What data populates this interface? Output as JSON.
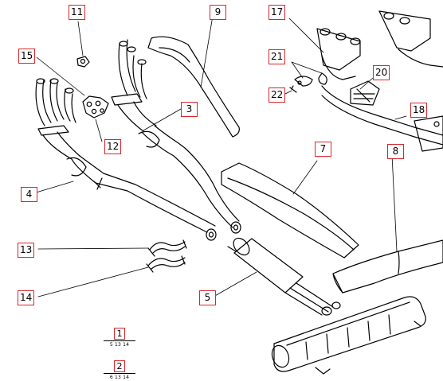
{
  "callouts": {
    "c1": "1",
    "c2": "2",
    "c3": "3",
    "c4": "4",
    "c5": "5",
    "c7": "7",
    "c8": "8",
    "c9": "9",
    "c11": "11",
    "c12": "12",
    "c13": "13",
    "c14": "14",
    "c15": "15",
    "c17": "17",
    "c18": "18",
    "c20": "20",
    "c21": "21",
    "c22": "22"
  },
  "kits": [
    {
      "number": "1",
      "members": "5  13  14"
    },
    {
      "number": "2",
      "members": "6  13  14"
    }
  ],
  "colors": {
    "callout_border": "#d9252b",
    "line": "#000000",
    "paper": "#ffffff"
  }
}
